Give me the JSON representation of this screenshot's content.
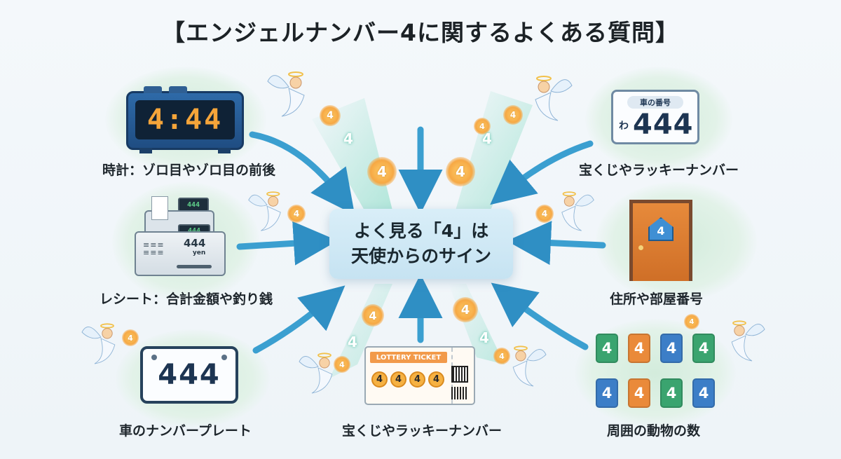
{
  "title": "【エンジェルナンバー4に関するよくある質問】",
  "center": {
    "line1": "よく見る「4」は",
    "line2": "天使からのサイン"
  },
  "items": {
    "clock": {
      "label": "時計：ゾロ目やゾロ目の前後",
      "display": "4:44"
    },
    "receipt": {
      "label": "レシート：合計金額や釣り銭",
      "display_top": "444",
      "display_mid": "444",
      "amount": "444",
      "unit": "yen",
      "keys": "≡≡≡"
    },
    "car_plate": {
      "label": "車のナンバープレート",
      "number": "444"
    },
    "plate_tr": {
      "label": "宝くじやラッキーナンバー",
      "header": "車の番号",
      "kana": "わ",
      "number": "444"
    },
    "door": {
      "label": "住所や部屋番号",
      "number": "4"
    },
    "animals": {
      "label": "周囲の動物の数",
      "tags": [
        "4",
        "4",
        "4",
        "4",
        "4",
        "4",
        "4",
        "4"
      ]
    },
    "ticket": {
      "label": "宝くじやラッキーナンバー",
      "header": "LOTTERY TICKET",
      "balls": [
        "4",
        "4",
        "4",
        "4"
      ]
    }
  },
  "orb_value": "4",
  "colors": {
    "arrow": "#3b9fd0",
    "orb": "#f6a844",
    "cloud": "#d3ecdc"
  }
}
